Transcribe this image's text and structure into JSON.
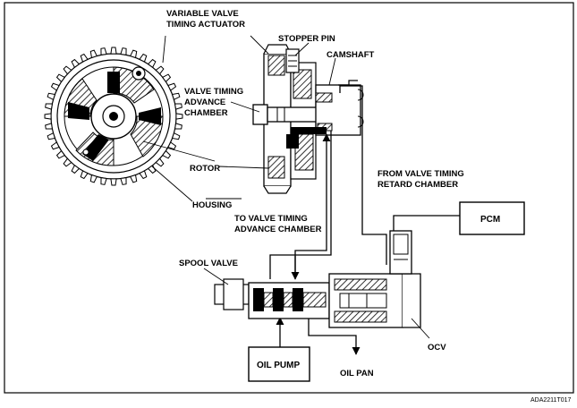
{
  "labels": {
    "variable_valve_timing_actuator_line1": "VARIABLE VALVE",
    "variable_valve_timing_actuator_line2": "TIMING ACTUATOR",
    "stopper_pin": "STOPPER PIN",
    "camshaft": "CAMSHAFT",
    "valve_timing_advance_chamber_line1": "VALVE TIMING",
    "valve_timing_advance_chamber_line2": "ADVANCE",
    "valve_timing_advance_chamber_line3": "CHAMBER",
    "rotor": "ROTOR",
    "housing": "HOUSING",
    "from_retard_line1": "FROM VALVE TIMING",
    "from_retard_line2": "RETARD CHAMBER",
    "to_advance_line1": "TO VALVE TIMING",
    "to_advance_line2": "ADVANCE CHAMBER",
    "pcm": "PCM",
    "spool_valve": "SPOOL VALVE",
    "ocv": "OCV",
    "oil_pump": "OIL PUMP",
    "oil_pan": "OIL PAN"
  },
  "figure_code": "ADA2211T017"
}
